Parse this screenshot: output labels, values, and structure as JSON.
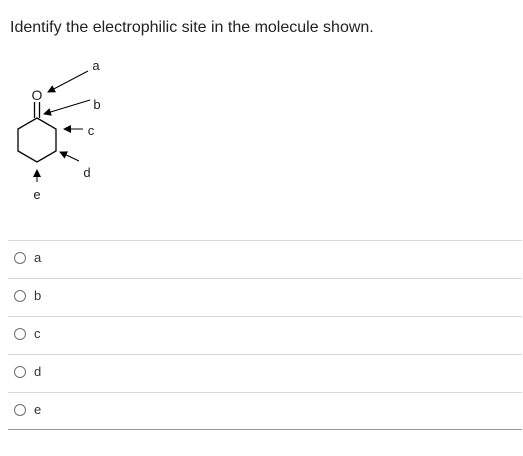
{
  "question": {
    "text": "Identify the electrophilic site in the molecule shown."
  },
  "figure": {
    "atom_label": "O",
    "site_labels": {
      "a": "a",
      "b": "b",
      "c": "c",
      "d": "d",
      "e": "e"
    }
  },
  "options": [
    {
      "label": "a"
    },
    {
      "label": "b"
    },
    {
      "label": "c"
    },
    {
      "label": "d"
    },
    {
      "label": "e"
    }
  ]
}
